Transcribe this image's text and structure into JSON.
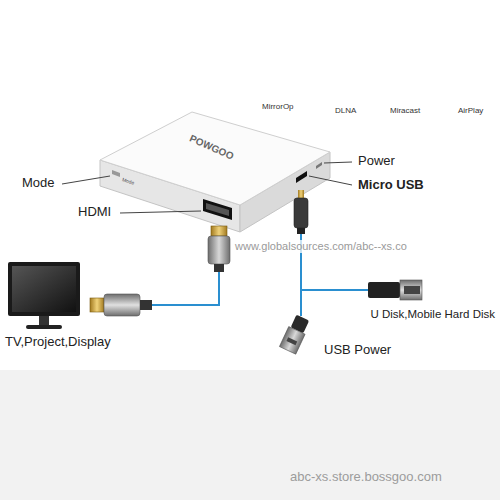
{
  "diagram": {
    "labels": [
      "MirrorOp",
      "DLNA",
      "Miracast",
      "AirPlay",
      "POWGOO",
      "Mode",
      "Power",
      "Micro USB",
      "Mode",
      "HDMI",
      "www.globalsources.com/abc--xs.co",
      "TV,Project,Display",
      "U Disk,Mobile Hard Disk",
      "USB Power",
      "abc-xs.store.bossgoo.com"
    ]
  }
}
